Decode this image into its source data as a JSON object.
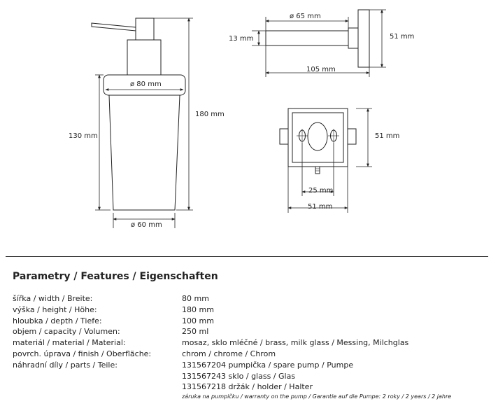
{
  "drawing": {
    "front": {
      "neck_diameter": "ø 80 mm",
      "base_diameter": "ø 60 mm",
      "body_height": "130 mm",
      "total_height": "180 mm"
    },
    "side": {
      "diameter": "ø 65 mm",
      "depth": "13 mm",
      "plate_height": "51 mm",
      "length": "105 mm"
    },
    "plate": {
      "height": "51 mm",
      "hole_spacing": "25 mm",
      "width": "51 mm"
    }
  },
  "features": {
    "title": "Parametry / Features / Eigenschaften",
    "rows": [
      {
        "label": "šířka / width / Breite:",
        "value": "80 mm"
      },
      {
        "label": "výška / height / Höhe:",
        "value": "180 mm"
      },
      {
        "label": "hloubka / depth / Tiefe:",
        "value": "100 mm"
      },
      {
        "label": "objem / capacity  / Volumen:",
        "value": "250 ml"
      },
      {
        "label": "materiál / material / Material:",
        "value": "mosaz, sklo mléčné / brass, milk glass / Messing, Milchglas"
      },
      {
        "label": "povrch. úprava / finish / Oberfläche:",
        "value": "chrom / chrome / Chrom"
      },
      {
        "label": "náhradní díly / parts / Teile:",
        "value": "131567204  pumpička / spare pump / Pumpe"
      },
      {
        "label": "",
        "value": "131567243  sklo / glass / Glas"
      },
      {
        "label": "",
        "value": "131567218  držák / holder / Halter"
      }
    ],
    "warranty": "záruka na pumpičku / warranty on the pump / Garantie auf die Pumpe: 2 roky / 2 years / 2 jahre"
  }
}
